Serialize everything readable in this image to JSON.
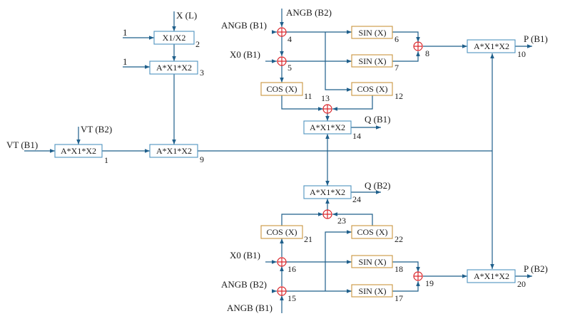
{
  "colors": {
    "wire": "#1f5f8b",
    "mult_box": "#4f93c0",
    "func_box": "#c9953e",
    "sum_junction": "#d9252a",
    "text": "#1a1a1a"
  },
  "blocks": {
    "b1": {
      "label": "A*X1*X2",
      "number": "1"
    },
    "b2": {
      "label": "X1/X2",
      "number": "2"
    },
    "b3": {
      "label": "A*X1*X2",
      "number": "3"
    },
    "b4": {
      "number": "4"
    },
    "b5": {
      "number": "5"
    },
    "b6": {
      "label": "SIN (X)",
      "number": "6"
    },
    "b7": {
      "label": "SIN (X)",
      "number": "7"
    },
    "b8": {
      "number": "8"
    },
    "b9": {
      "label": "A*X1*X2",
      "number": "9"
    },
    "b10": {
      "label": "A*X1*X2",
      "number": "10"
    },
    "b11": {
      "label": "COS (X)",
      "number": "11"
    },
    "b12": {
      "label": "COS (X)",
      "number": "12"
    },
    "b13": {
      "number": "13"
    },
    "b14": {
      "label": "A*X1*X2",
      "number": "14"
    },
    "b15": {
      "number": "15"
    },
    "b16": {
      "number": "16"
    },
    "b17": {
      "label": "SIN (X)",
      "number": "17"
    },
    "b18": {
      "label": "SIN (X)",
      "number": "18"
    },
    "b19": {
      "number": "19"
    },
    "b20": {
      "label": "A*X1*X2",
      "number": "20"
    },
    "b21": {
      "label": "COS (X)",
      "number": "21"
    },
    "b22": {
      "label": "COS (X)",
      "number": "22"
    },
    "b23": {
      "number": "23"
    },
    "b24": {
      "label": "A*X1*X2",
      "number": "24"
    }
  },
  "signals": {
    "xl": "X (L)",
    "one_a": "1",
    "one_b": "1",
    "vt_b1": "VT (B1)",
    "vt_b2": "VT (B2)",
    "angb_b1_top": "ANGB (B1)",
    "angb_b2_top": "ANGB (B2)",
    "x0_b1_top": "X0 (B1)",
    "p_b1": "P (B1)",
    "q_b1": "Q (B1)",
    "q_b2": "Q (B2)",
    "x0_b1_bottom": "X0 (B1)",
    "angb_b2_bottom": "ANGB (B2)",
    "angb_b1_bottom": "ANGB (B1)",
    "p_b2": "P (B2)"
  }
}
